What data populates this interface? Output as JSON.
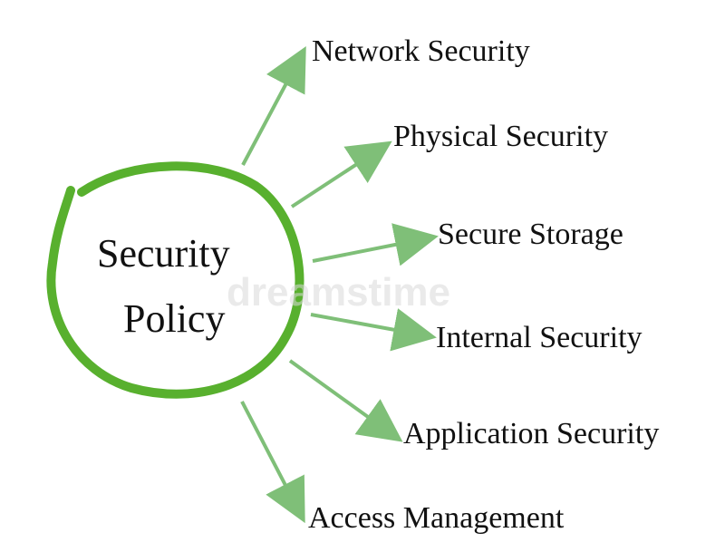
{
  "diagram": {
    "center": {
      "line1": "Security",
      "line2": "Policy"
    },
    "branches": [
      {
        "label": "Network Security"
      },
      {
        "label": "Physical Security"
      },
      {
        "label": "Secure Storage"
      },
      {
        "label": "Internal Security"
      },
      {
        "label": "Application Security"
      },
      {
        "label": "Access Management"
      }
    ],
    "colors": {
      "circle": "#58b02e",
      "arrow": "#7fbf78",
      "text": "#111111"
    }
  },
  "watermark": "dreamstime"
}
